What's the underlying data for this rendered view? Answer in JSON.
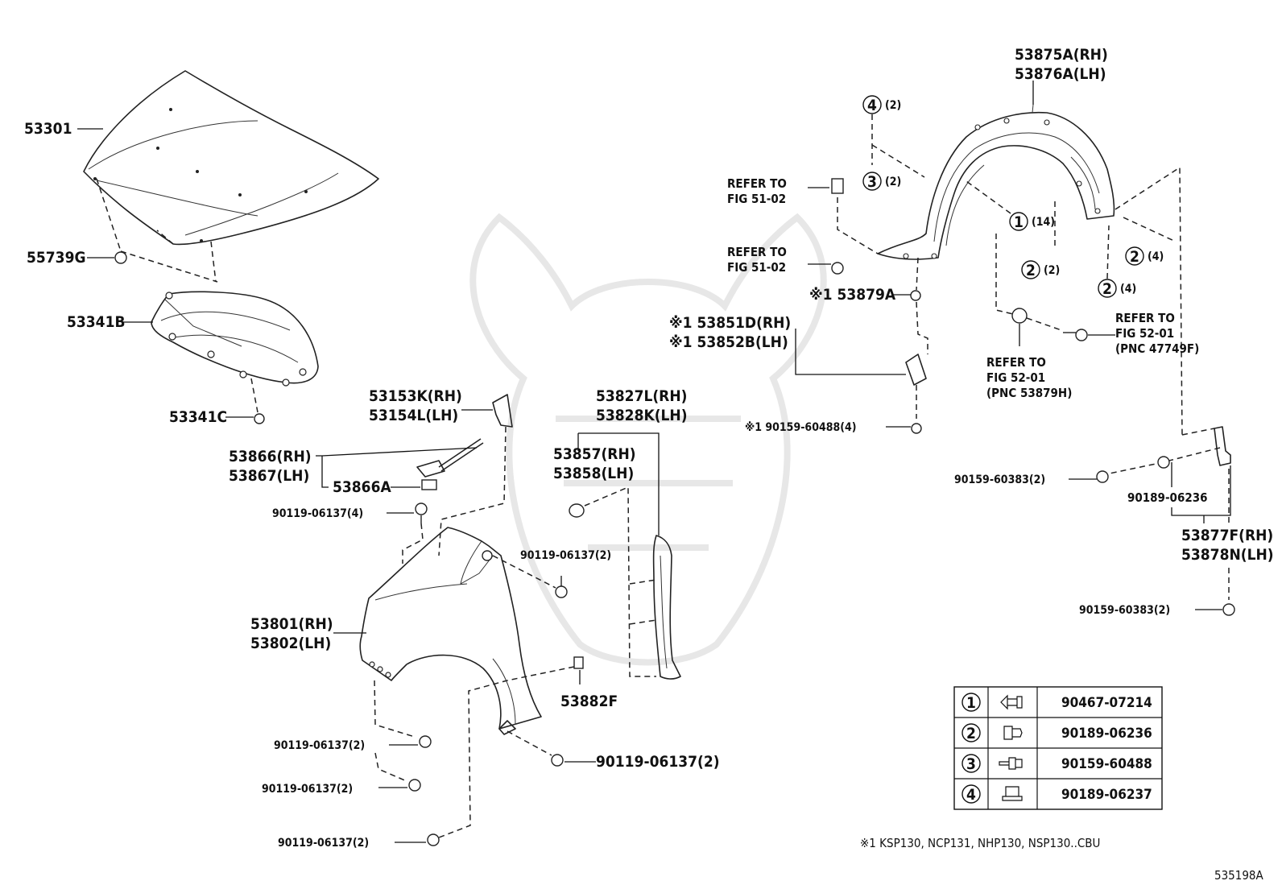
{
  "diagram": {
    "code": "535198A",
    "footnote": "※1 KSP130, NCP131, NHP130, NSP130..CBU",
    "labels": {
      "hood": "53301",
      "hood_cushion": "55739G",
      "hood_insulator": "53341B",
      "insulator_retainer": "53341C",
      "bracket_rh": "53153K(RH)",
      "bracket_lh": "53154L(LH)",
      "hood_seal_rh": "53866(RH)",
      "hood_seal_lh": "53867(LH)",
      "seal_clip": "53866A",
      "bolt_fender_top": "90119-06137(4)",
      "fender_rh": "53801(RH)",
      "fender_lh": "53802(LH)",
      "bolt_upper_mid": "90119-06137(2)",
      "fender_seal_rh": "53827L(RH)",
      "fender_seal_lh": "53828K(LH)",
      "cushion_rh": "53857(RH)",
      "cushion_lh": "53858(LH)",
      "clip_53882f": "53882F",
      "bolt_lower_1": "90119-06137(2)",
      "bolt_lower_2": "90119-06137(2)",
      "bolt_lower_3": "90119-06137(2)",
      "bolt_lower_right": "90119-06137(2)",
      "liner_rh": "53875A(RH)",
      "liner_lh": "53876A(LH)",
      "refer_a1": "REFER TO",
      "refer_a2": "FIG 51-02",
      "refer_b1": "REFER TO",
      "refer_b2": "FIG 51-02",
      "splash_clip": "※1 53879A",
      "shield_rh": "※1 53851D(RH)",
      "shield_lh": "※1 53852B(LH)",
      "screw_shield": "※1 90159-60488(4)",
      "refer_c1": "REFER TO",
      "refer_c2": "FIG 52-01",
      "refer_c3": "(PNC 53879H)",
      "refer_d1": "REFER TO",
      "refer_d2": "FIG 52-01",
      "refer_d3": "(PNC 47749F)",
      "c4_qty": "(2)",
      "c3_qty": "(2)",
      "c1_qty": "(14)",
      "c2a_qty": "(2)",
      "c2b_qty": "(4)",
      "c2c_qty": "(4)",
      "screw_bracket": "90159-60383(2)",
      "clip_bracket": "90189-06236",
      "bracket_rr_rh": "53877F(RH)",
      "bracket_rr_lh": "53878N(LH)",
      "screw_bottom": "90159-60383(2)"
    },
    "callout_glyphs": {
      "one": "1",
      "two": "2",
      "three": "3",
      "four": "4"
    }
  },
  "legend": [
    {
      "num": "1",
      "icon": "clip-fir-tree-icon",
      "part": "90467-07214"
    },
    {
      "num": "2",
      "icon": "clip-push-icon",
      "part": "90189-06236"
    },
    {
      "num": "3",
      "icon": "screw-grommet-icon",
      "part": "90159-60488"
    },
    {
      "num": "4",
      "icon": "clip-nut-icon",
      "part": "90189-06237"
    }
  ]
}
